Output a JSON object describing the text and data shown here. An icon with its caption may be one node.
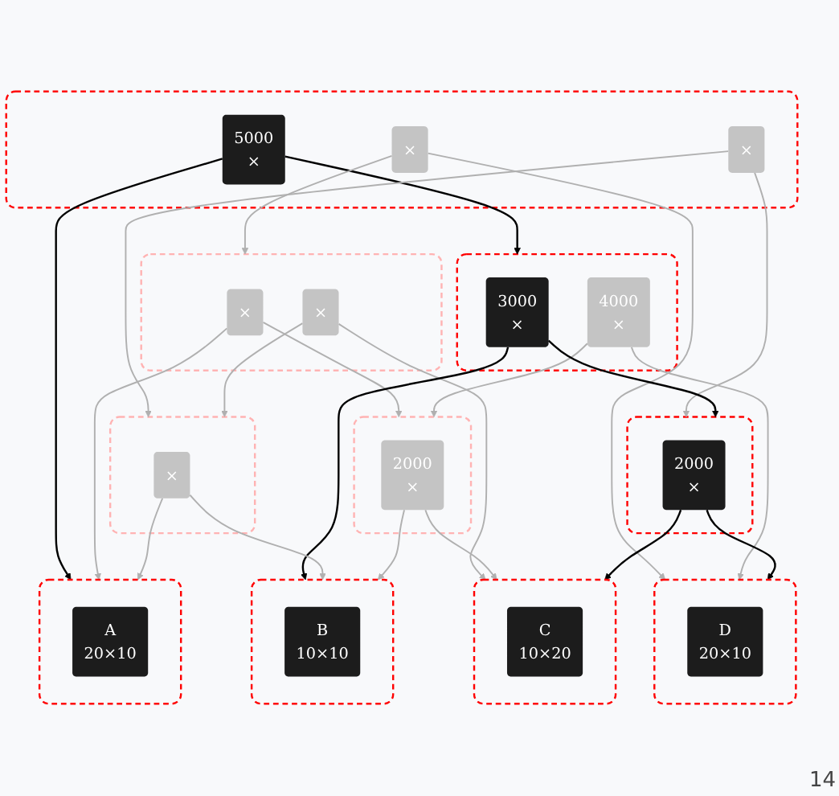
{
  "diagram": {
    "nodes": [
      {
        "text": [],
        "shape": "box"
      },
      {
        "text": [
          "5000",
          "×"
        ],
        "in": 0
      },
      {
        "text": [
          "×"
        ],
        "in": 0
      },
      {
        "text": [
          "×"
        ],
        "in": 0
      },
      {
        "text": [],
        "shape": "box"
      },
      {
        "text": [
          "×"
        ],
        "in": 4
      },
      {
        "text": [
          "×"
        ],
        "in": 4
      },
      {
        "text": [],
        "shape": "box"
      },
      {
        "text": [
          "4000",
          "×"
        ],
        "in": 7
      },
      {
        "text": [
          "3000",
          "×"
        ],
        "in": 7
      },
      {
        "text": [],
        "shape": "box"
      },
      {
        "text": [
          "×"
        ],
        "in": 10
      },
      {
        "text": [],
        "shape": "box"
      },
      {
        "text": [
          "2000",
          "×"
        ],
        "in": 12
      },
      {
        "text": [],
        "shape": "box"
      },
      {
        "text": [
          "2000",
          "×"
        ],
        "in": 14
      },
      {
        "text": [],
        "shape": "box"
      },
      {
        "text": [
          "A",
          "20×10"
        ],
        "in": 16
      },
      {
        "text": [],
        "shape": "box"
      },
      {
        "text": [
          "B",
          "10×10"
        ],
        "in": 18
      },
      {
        "text": [],
        "shape": "box"
      },
      {
        "text": [
          "C",
          "10×20"
        ],
        "in": 20
      },
      {
        "text": [],
        "shape": "box"
      },
      {
        "text": [
          "D",
          "20×10"
        ],
        "in": 22
      }
    ],
    "edges": [
      {
        "from": 1,
        "to": 16,
        "arrow": "to",
        "color": "#000000"
      },
      {
        "from": 1,
        "to": 7,
        "arrow": "to",
        "color": "#000000"
      },
      {
        "from": 2,
        "to": 10,
        "arrow": "to"
      },
      {
        "from": 2,
        "to": 14,
        "arrow": "to"
      },
      {
        "from": 3,
        "to": 4,
        "arrow": "to"
      },
      {
        "from": 3,
        "to": 22,
        "arrow": "to"
      },
      {
        "from": 5,
        "to": 16,
        "arrow": "to"
      },
      {
        "from": 5,
        "to": 12,
        "arrow": "to"
      },
      {
        "from": 6,
        "to": 10,
        "arrow": "to"
      },
      {
        "from": 6,
        "to": 20,
        "arrow": "to"
      },
      {
        "from": 8,
        "to": 12,
        "arrow": "to"
      },
      {
        "from": 8,
        "to": 22,
        "arrow": "to"
      },
      {
        "from": 9,
        "to": 18,
        "arrow": "to",
        "color": "#000000"
      },
      {
        "from": 9,
        "to": 14,
        "arrow": "to",
        "color": "#000000"
      },
      {
        "from": 11,
        "to": 16,
        "arrow": "to"
      },
      {
        "from": 11,
        "to": 18,
        "arrow": "to"
      },
      {
        "from": 13,
        "to": 18,
        "arrow": "to"
      },
      {
        "from": 13,
        "to": 20,
        "arrow": "to"
      },
      {
        "from": 15,
        "to": 20,
        "arrow": "to",
        "color": "#000000"
      },
      {
        "from": 15,
        "to": 22,
        "arrow": "to",
        "color": "#000000"
      }
    ],
    "labels": [
      "14"
    ]
  }
}
